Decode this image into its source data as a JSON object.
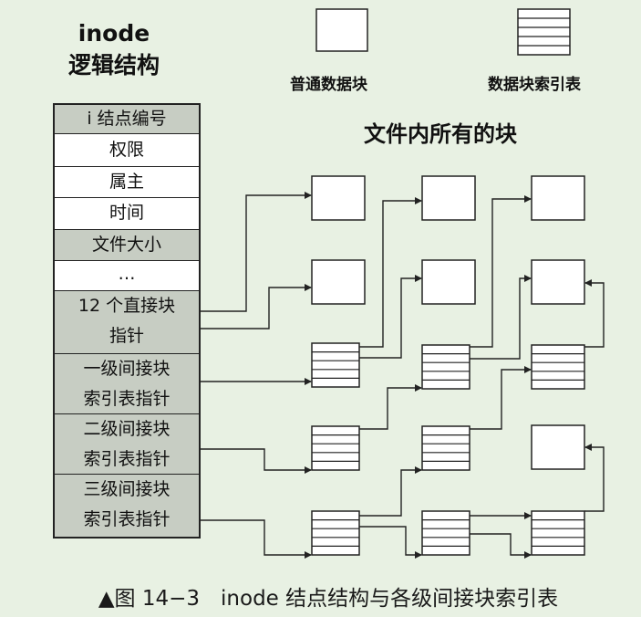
{
  "header": {
    "title_line1": "inode",
    "title_line2": "逻辑结构"
  },
  "legend": {
    "data_block": "普通数据块",
    "index_block": "数据块索引表"
  },
  "blocks_heading": "文件内所有的块",
  "inode_fields": [
    {
      "line1": "i 结点编号",
      "line2": "",
      "shaded": true
    },
    {
      "line1": "权限",
      "line2": "",
      "shaded": false
    },
    {
      "line1": "属主",
      "line2": "",
      "shaded": false
    },
    {
      "line1": "时间",
      "line2": "",
      "shaded": false
    },
    {
      "line1": "文件大小",
      "line2": "",
      "shaded": true
    },
    {
      "line1": "…",
      "line2": "",
      "shaded": false
    },
    {
      "line1": "12 个直接块",
      "line2": "指针",
      "shaded": true
    },
    {
      "line1": "一级间接块",
      "line2": "索引表指针",
      "shaded": true
    },
    {
      "line1": "二级间接块",
      "line2": "索引表指针",
      "shaded": true
    },
    {
      "line1": "三级间接块",
      "line2": "索引表指针",
      "shaded": true
    }
  ],
  "caption": "▲图 14−3　inode 结点结构与各级间接块索引表",
  "colors": {
    "background": "#e8f1e3",
    "shaded_cell": "#c7cdc3",
    "line": "#222222"
  }
}
